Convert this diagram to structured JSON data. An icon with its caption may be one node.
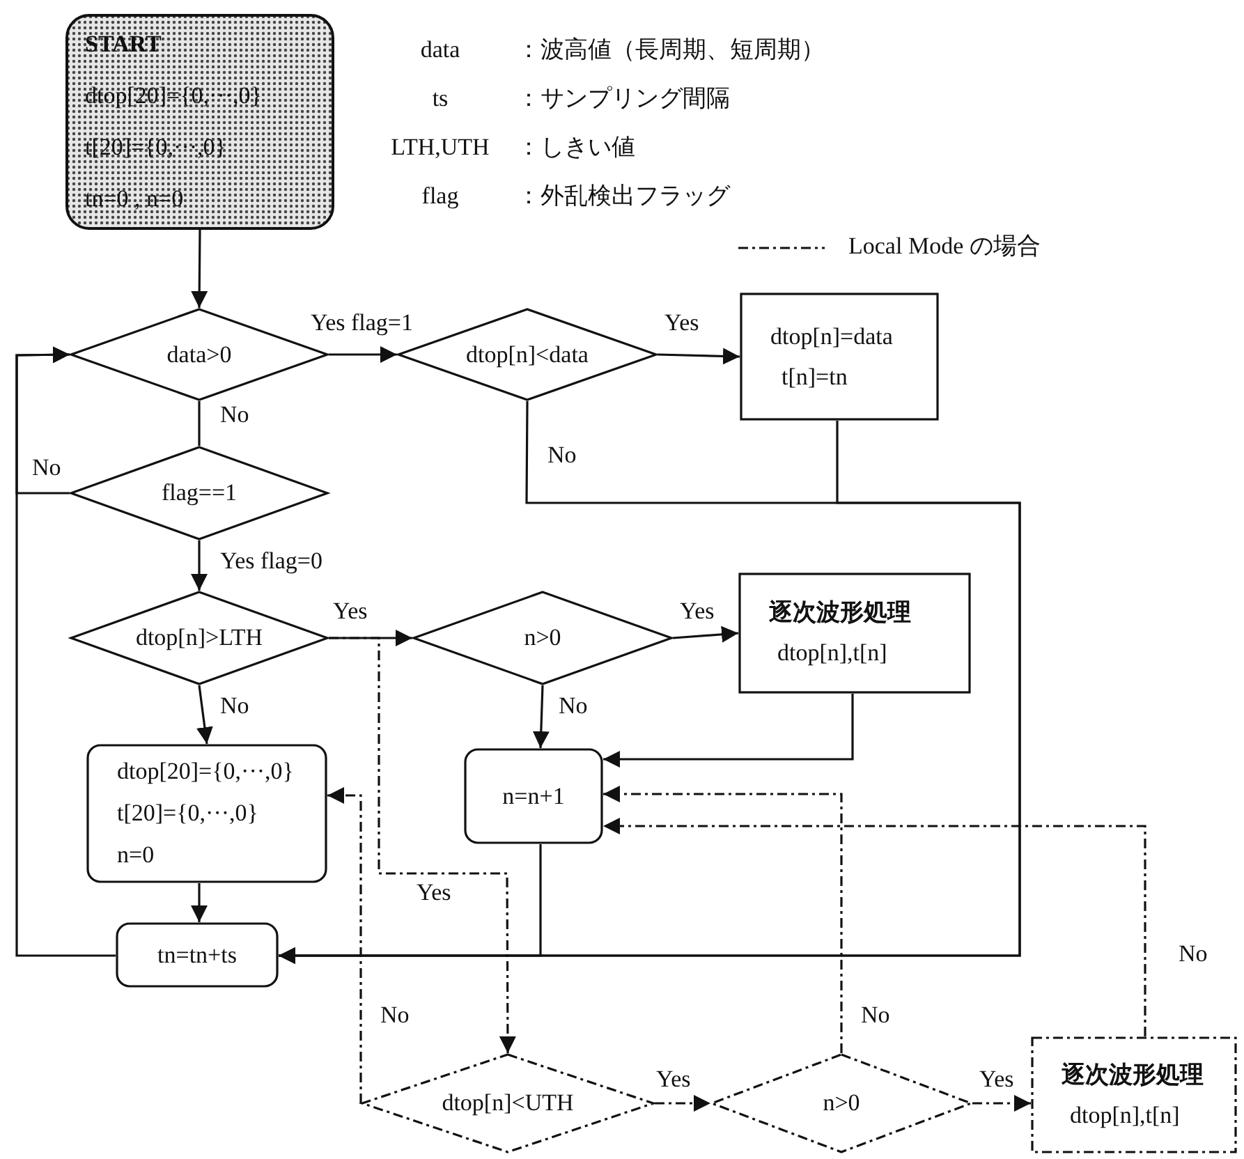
{
  "diagram": {
    "nodes": [
      {
        "text": [
          "START",
          "dtop[20]={0,···,0}",
          "t[20]={0,···,0}",
          "tn=0 , n=0"
        ]
      },
      {
        "text": [
          "data>0"
        ]
      },
      {
        "text": [
          "dtop[n]<data"
        ]
      },
      {
        "text": [
          "dtop[n]=data",
          "t[n]=tn"
        ]
      },
      {
        "text": [
          "flag==1"
        ]
      },
      {
        "text": [
          "dtop[n]>LTH"
        ]
      },
      {
        "text": [
          "n>0"
        ]
      },
      {
        "text": [
          "逐次波形処理",
          "dtop[n],t[n]"
        ]
      },
      {
        "text": [
          "dtop[20]={0,···,0}",
          "t[20]={0,···,0}",
          "n=0"
        ]
      },
      {
        "text": [
          "n=n+1"
        ]
      },
      {
        "text": [
          "tn=tn+ts"
        ]
      },
      {
        "text": [
          "dtop[n]<UTH"
        ]
      },
      {
        "text": [
          "n>0"
        ]
      },
      {
        "text": [
          "逐次波形処理",
          "dtop[n],t[n]"
        ]
      }
    ],
    "edges": [
      {
        "from": 0,
        "to": 1,
        "arrow": "to"
      },
      {
        "from": 1,
        "to": 2,
        "arrow": "to",
        "label": "Yes flag=1"
      },
      {
        "from": 2,
        "to": 3,
        "arrow": "to",
        "label": "Yes"
      },
      {
        "from": 1,
        "to": 4,
        "arrow": "none",
        "label": "No"
      },
      {
        "from": 4,
        "to": 1,
        "arrow": "to",
        "label": "No"
      },
      {
        "from": 4,
        "to": 5,
        "arrow": "to",
        "label": "Yes flag=0"
      },
      {
        "from": 5,
        "to": 6,
        "arrow": "to",
        "label": "Yes"
      },
      {
        "from": 6,
        "to": 7,
        "arrow": "to",
        "label": "Yes"
      },
      {
        "from": 5,
        "to": 8,
        "arrow": "to",
        "label": "No"
      },
      {
        "from": 6,
        "to": 9,
        "arrow": "to",
        "label": "No"
      },
      {
        "from": 7,
        "to": 9,
        "arrow": "to"
      },
      {
        "from": 2,
        "to": 10,
        "arrow": "to",
        "label": "No"
      },
      {
        "from": 3,
        "to": 10,
        "arrow": "to"
      },
      {
        "from": 9,
        "to": 10,
        "arrow": "to"
      },
      {
        "from": 8,
        "to": 10,
        "arrow": "to"
      },
      {
        "from": 10,
        "to": 1,
        "arrow": "to"
      },
      {
        "from": 5,
        "to": 11,
        "arrow": "to",
        "label": "Yes",
        "style": "dashed"
      },
      {
        "from": 11,
        "to": 8,
        "arrow": "to",
        "label": "No",
        "style": "dashed"
      },
      {
        "from": 11,
        "to": 12,
        "arrow": "to",
        "label": "Yes",
        "style": "dashed"
      },
      {
        "from": 12,
        "to": 9,
        "arrow": "to",
        "label": "No",
        "style": "dashed"
      },
      {
        "from": 12,
        "to": 13,
        "arrow": "to",
        "label": "Yes",
        "style": "dashed"
      },
      {
        "from": 13,
        "to": 9,
        "arrow": "to",
        "label": "No",
        "style": "dashed"
      }
    ],
    "labels": [
      "data",
      "：波高値（長周期、短周期）",
      "ts",
      "：サンプリング間隔",
      "LTH,UTH",
      "：しきい値",
      "flag",
      "：外乱検出フラッグ"
    ],
    "legend": [
      {
        "text": "Local Mode の場合"
      }
    ]
  }
}
